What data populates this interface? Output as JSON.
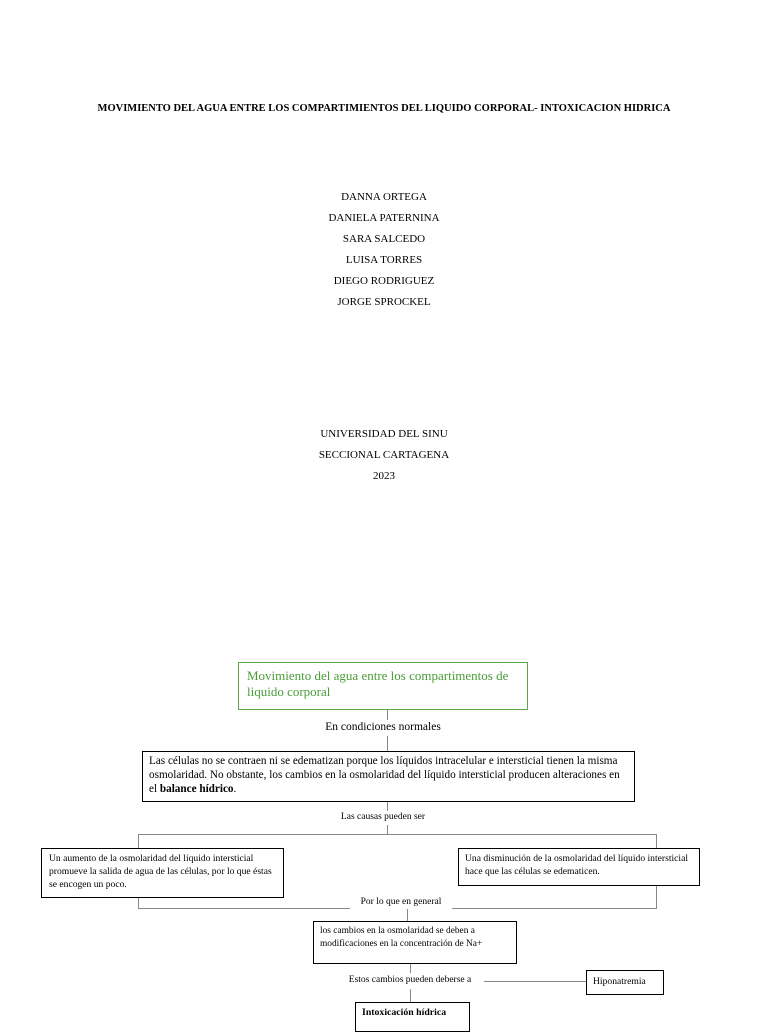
{
  "title": "MOVIMIENTO DEL AGUA ENTRE LOS COMPARTIMIENTOS DEL LIQUIDO CORPORAL- INTOXICACION HIDRICA",
  "authors": [
    "DANNA ORTEGA",
    "DANIELA PATERNINA",
    "SARA SALCEDO",
    "LUISA TORRES",
    "DIEGO RODRIGUEZ",
    "JORGE SPROCKEL"
  ],
  "institution": {
    "university": "UNIVERSIDAD DEL SINU",
    "branch": "SECCIONAL CARTAGENA",
    "year": "2023"
  },
  "diagram": {
    "root": "Movimiento del agua entre los compartimentos de liquido corporal",
    "label_normal": "En condiciones normales",
    "normal_box": {
      "text_before": "Las células no se contraen ni se edematizan porque los líquidos intracelular e intersticial tienen la misma osmolaridad. No obstante, los cambios en la osmolaridad del líquido intersticial producen alteraciones en el ",
      "bold": "balance hídrico",
      "text_after": "."
    },
    "label_causes": "Las causas pueden ser",
    "cause_left": "Un aumento de la osmolaridad del líquido intersticial promueve la salida de agua de las células, por lo que éstas se encogen un poco.",
    "cause_right": "Una disminución de la osmolaridad del líquido intersticial hace que las células se edematicen.",
    "label_general": "Por lo que en general",
    "general_box": "los cambios en la osmolaridad se deben a modificaciones en la concentración de Na+",
    "label_due": "Estos cambios pueden deberse a",
    "hyponatremia": "Hiponatremia",
    "intoxication": "Intoxicación hídrica"
  }
}
